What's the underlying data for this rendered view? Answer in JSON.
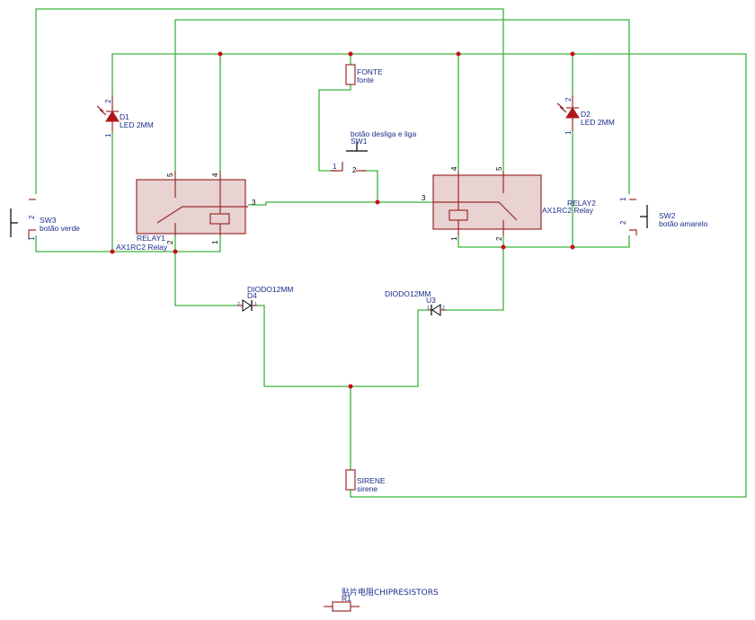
{
  "components": {
    "fonte": {
      "name": "FONTE",
      "value": "fonte"
    },
    "sw1": {
      "name": "SW1",
      "value": "botão desliga e liga",
      "pin1": "1",
      "pin2": "2"
    },
    "sw2": {
      "name": "SW2",
      "value": "botão amarelo",
      "pin1": "1",
      "pin2": "2"
    },
    "sw3": {
      "name": "SW3",
      "value": "botão verde",
      "pin1": "1",
      "pin2": "2"
    },
    "d1": {
      "name": "D1",
      "value": "LED 2MM",
      "pin1": "1",
      "pin2": "2"
    },
    "d2": {
      "name": "D2",
      "value": "LED 2MM",
      "pin1": "1",
      "pin2": "2"
    },
    "relay1": {
      "name": "RELAY1",
      "value": "AX1RC2 Relay",
      "p1": "1",
      "p2": "2",
      "p3": "3",
      "p4": "4",
      "p5": "5"
    },
    "relay2": {
      "name": "RELAY2",
      "value": "AX1RC2 Relay",
      "p1": "1",
      "p2": "2",
      "p3": "3",
      "p4": "4",
      "p5": "5"
    },
    "d4": {
      "name": "D4",
      "value": "DIODO12MM",
      "pa": "2",
      "pk": "1"
    },
    "u3": {
      "name": "U3",
      "value": "DIODO12MM",
      "pa": "1",
      "pk": "2"
    },
    "sirene": {
      "name": "SIRENE",
      "value": "sirene"
    },
    "r1": {
      "name": "R1",
      "value": "贴片电阻CHIPRESISTORS"
    }
  },
  "colors": {
    "wire": "#3bb33b",
    "symbol": "#9b2b2b",
    "junction": "#c8101a",
    "text": "#1a2d8c"
  }
}
